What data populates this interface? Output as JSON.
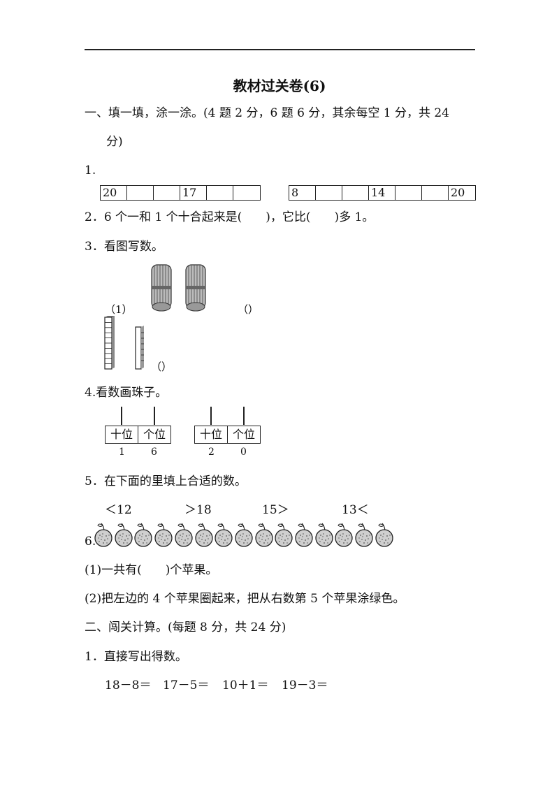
{
  "title": "教材过关卷(6)",
  "section1": {
    "heading_line1": "一、填一填，涂一涂。(4 题 2 分，6 题 6 分，其余每空 1 分，共 24",
    "heading_line2": "分)"
  },
  "q1": {
    "label": "1.",
    "row_left": [
      "20",
      "",
      "",
      "17",
      "",
      ""
    ],
    "row_right": [
      "8",
      "",
      "",
      "14",
      "",
      "",
      "20"
    ]
  },
  "q2": {
    "text": "2．6 个一和 1 个十合起来是(　　)，它比(　　)多 1。"
  },
  "q3": {
    "text": "3．看图写数。",
    "part1_label": "（1）",
    "answer1": "（）",
    "answer2": "（）"
  },
  "q4": {
    "text": "4.看数画珠子。",
    "abacus_left": {
      "tens_label": "十位",
      "ones_label": "个位",
      "tens": "1",
      "ones": "6"
    },
    "abacus_right": {
      "tens_label": "十位",
      "ones_label": "个位",
      "tens": "2",
      "ones": "0"
    }
  },
  "q5": {
    "text": "5．在下面的里填上合适的数。",
    "items": [
      "＜12",
      "＞18",
      "15＞",
      "13＜"
    ]
  },
  "q6": {
    "label": "6.",
    "apple_count": 15,
    "sub1": "(1)一共有(　　)个苹果。",
    "sub2": "(2)把左边的 4 个苹果圈起来，把从右数第 5 个苹果涂绿色。"
  },
  "section2": {
    "heading": "二、闯关计算。(每题 8 分，共 24 分)",
    "q1_text": "1．直接写出得数。",
    "problems": [
      "18－8＝",
      "17－5＝",
      "10＋1＝",
      "19－3＝"
    ]
  }
}
